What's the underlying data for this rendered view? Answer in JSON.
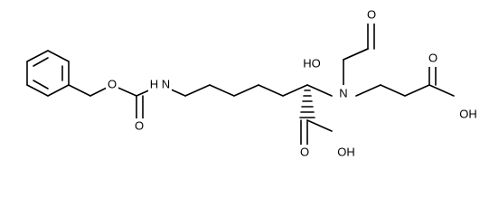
{
  "molecule": {
    "labels": {
      "nh": "H N",
      "o_ester": "O",
      "o_carbonyl": "O",
      "n_amine": "N",
      "o_top": "O",
      "oh_top": "HO",
      "o_right": "O",
      "oh_right": "OH",
      "o_bottom": "O",
      "oh_bottom": "OH"
    },
    "stereo_wedge": "hashed",
    "colors": {
      "bond": "#000000",
      "text": "#000000",
      "background": "#ffffff"
    }
  }
}
